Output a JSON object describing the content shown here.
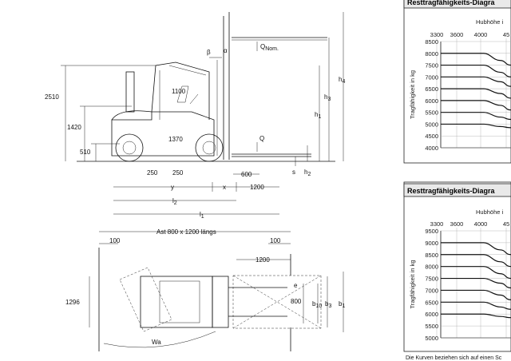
{
  "side_view": {
    "dims": {
      "d2510": "2510",
      "d1420": "1420",
      "d510": "510",
      "d1100": "1100",
      "d1370": "1370",
      "d250a": "250",
      "d250b": "250",
      "d600": "600",
      "d1200": "1200",
      "beta": "β",
      "alpha": "α",
      "qnom": "Q",
      "qnom_sub": "Nom.",
      "q": "Q",
      "y": "y",
      "x": "x",
      "l2": "l",
      "l2_sub": "2",
      "l1": "l",
      "l1_sub": "1",
      "h4": "h",
      "h4_sub": "4",
      "h3": "h",
      "h3_sub": "3",
      "h1": "h",
      "h1_sub": "1",
      "s": "s",
      "h2": "h",
      "h2_sub": "2"
    }
  },
  "top_view": {
    "dims": {
      "ast": "Ast 800 x 1200 längs",
      "d100a": "100",
      "d100b": "100",
      "d1200": "1200",
      "d1296": "1296",
      "d800": "800",
      "e": "e",
      "b10": "b",
      "b10_sub": "10",
      "b3": "b",
      "b3_sub": "3",
      "b1": "b",
      "b1_sub": "1",
      "wa": "Wa"
    }
  },
  "chart_data": [
    {
      "type": "line",
      "title": "Resttragfähigkeits-Diagra",
      "subtitle": "Hubhöhe i",
      "top_ticks": [
        "3300",
        "3600",
        "4000",
        "45"
      ],
      "ylabel": "Tragfähigkeit in kg",
      "y_ticks": [
        4000,
        4500,
        5000,
        5500,
        6000,
        6500,
        7000,
        7500,
        8000,
        8500
      ],
      "ylim": [
        4000,
        8500
      ],
      "series": [
        {
          "values": [
            8000,
            8000,
            8000,
            7700,
            7500
          ]
        },
        {
          "values": [
            7500,
            7500,
            7500,
            7200,
            7000
          ]
        },
        {
          "values": [
            7000,
            7000,
            7000,
            6800,
            6600
          ]
        },
        {
          "values": [
            6500,
            6500,
            6500,
            6300,
            6100
          ]
        },
        {
          "values": [
            6000,
            6000,
            6000,
            5800,
            5600
          ]
        },
        {
          "values": [
            5500,
            5500,
            5500,
            5300,
            5200
          ]
        },
        {
          "values": [
            5000,
            5000,
            5000,
            4900,
            4850
          ]
        }
      ]
    },
    {
      "type": "line",
      "title": "Resttragfähigkeits-Diagra",
      "subtitle": "Hubhöhe i",
      "top_ticks": [
        "3300",
        "3600",
        "4000",
        "45"
      ],
      "ylabel": "Tragfähigkeit in kg",
      "y_ticks": [
        5000,
        5500,
        6000,
        6500,
        7000,
        7500,
        8000,
        8500,
        9000,
        9500
      ],
      "ylim": [
        5000,
        9500
      ],
      "series": [
        {
          "values": [
            9000,
            9000,
            9000,
            8700,
            8500
          ]
        },
        {
          "values": [
            8500,
            8500,
            8500,
            8200,
            8000
          ]
        },
        {
          "values": [
            8000,
            8000,
            8000,
            7700,
            7500
          ]
        },
        {
          "values": [
            7500,
            7500,
            7500,
            7300,
            7100
          ]
        },
        {
          "values": [
            7000,
            7000,
            7000,
            6800,
            6600
          ]
        },
        {
          "values": [
            6500,
            6500,
            6500,
            6300,
            6200
          ]
        },
        {
          "values": [
            6000,
            6000,
            6000,
            5900,
            5850
          ]
        }
      ]
    }
  ],
  "footnote": "Die Kurven beziehen sich auf einen Sc"
}
